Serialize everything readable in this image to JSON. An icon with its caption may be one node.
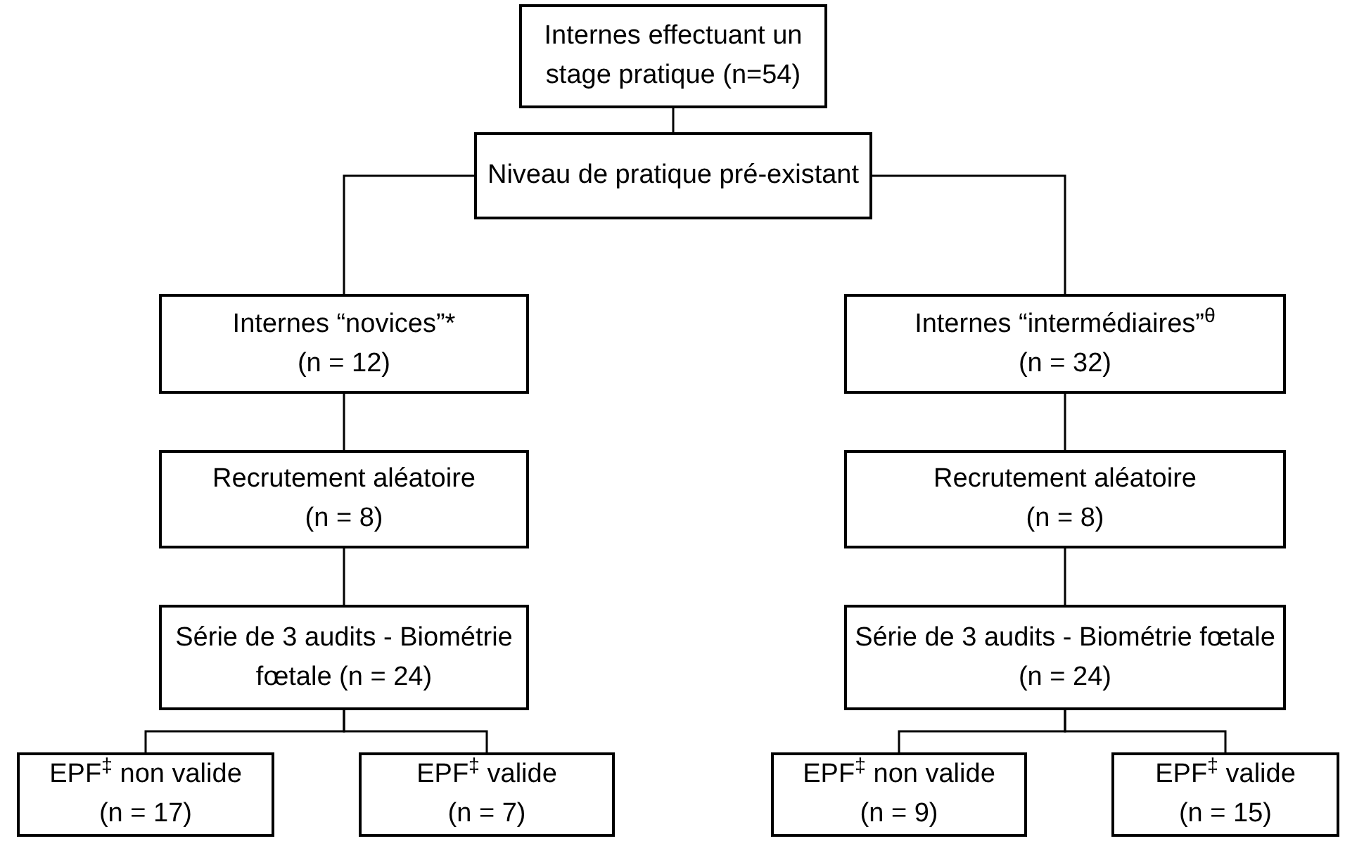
{
  "diagram": {
    "nodes": [
      {
        "text": [
          "Internes effectuant un stage pratique (n=54)"
        ]
      },
      {
        "text": [
          "Niveau de pratique pré-existant"
        ]
      },
      {
        "text": [
          "Internes “novices”*",
          "(n = 12)"
        ]
      },
      {
        "text": [
          "Internes “intermédiaires”$^{θ}$",
          "(n = 32)"
        ]
      },
      {
        "text": [
          "Recrutement aléatoire",
          "(n = 8)"
        ]
      },
      {
        "text": [
          "Recrutement aléatoire",
          "(n = 8)"
        ]
      },
      {
        "text": [
          "Série de 3 audits - Biométrie fœtale (n = 24)"
        ]
      },
      {
        "text": [
          "Série de 3 audits - Biométrie fœtale (n = 24)"
        ]
      },
      {
        "text": [
          "EPF$^{‡}$ non valide",
          "(n = 17)"
        ]
      },
      {
        "text": [
          "EPF$^{‡}$ valide",
          "(n = 7)"
        ]
      },
      {
        "text": [
          "EPF$^{‡}$ non valide",
          "(n = 9)"
        ]
      },
      {
        "text": [
          "EPF$^{‡}$ valide",
          "(n = 15)"
        ]
      }
    ],
    "edges": [
      {
        "from": 0,
        "to": 1,
        "arrow": "none"
      },
      {
        "from": 1,
        "to": 2,
        "arrow": "none"
      },
      {
        "from": 1,
        "to": 3,
        "arrow": "none"
      },
      {
        "from": 2,
        "to": 4,
        "arrow": "none"
      },
      {
        "from": 3,
        "to": 5,
        "arrow": "none"
      },
      {
        "from": 4,
        "to": 6,
        "arrow": "none"
      },
      {
        "from": 5,
        "to": 7,
        "arrow": "none"
      },
      {
        "from": 6,
        "to": 8,
        "arrow": "none"
      },
      {
        "from": 6,
        "to": 9,
        "arrow": "none"
      },
      {
        "from": 7,
        "to": 10,
        "arrow": "none"
      },
      {
        "from": 7,
        "to": 11,
        "arrow": "none"
      }
    ]
  }
}
